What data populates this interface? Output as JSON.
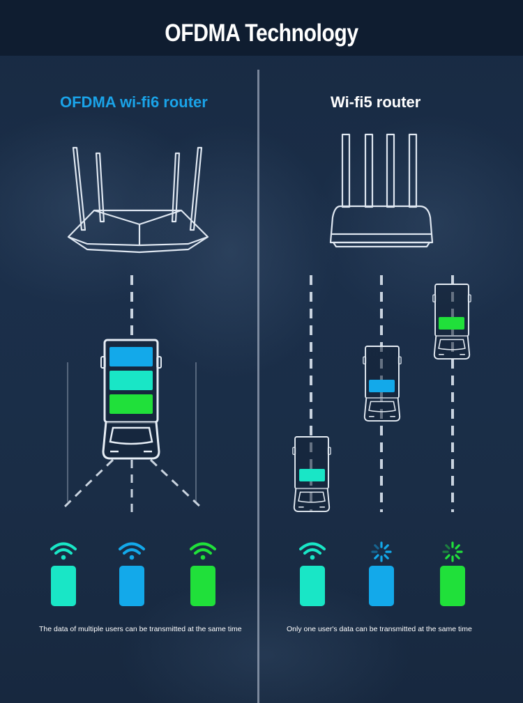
{
  "title": "OFDMA Technology",
  "left": {
    "heading": "OFDMA wi-fi6 router",
    "caption": "The data of multiple users can be transmitted at the same time"
  },
  "right": {
    "heading": "Wi-fi5 router",
    "caption": "Only one user's data can be transmitted at the same time"
  },
  "colors": {
    "blue": "#13a9ea",
    "cyan": "#19e6c6",
    "green": "#20e03a",
    "heading_blue": "#1aa3e8"
  },
  "icons": [
    "router-icon",
    "truck-icon",
    "wifi-icon",
    "loading-spinner-icon",
    "phone-icon"
  ]
}
